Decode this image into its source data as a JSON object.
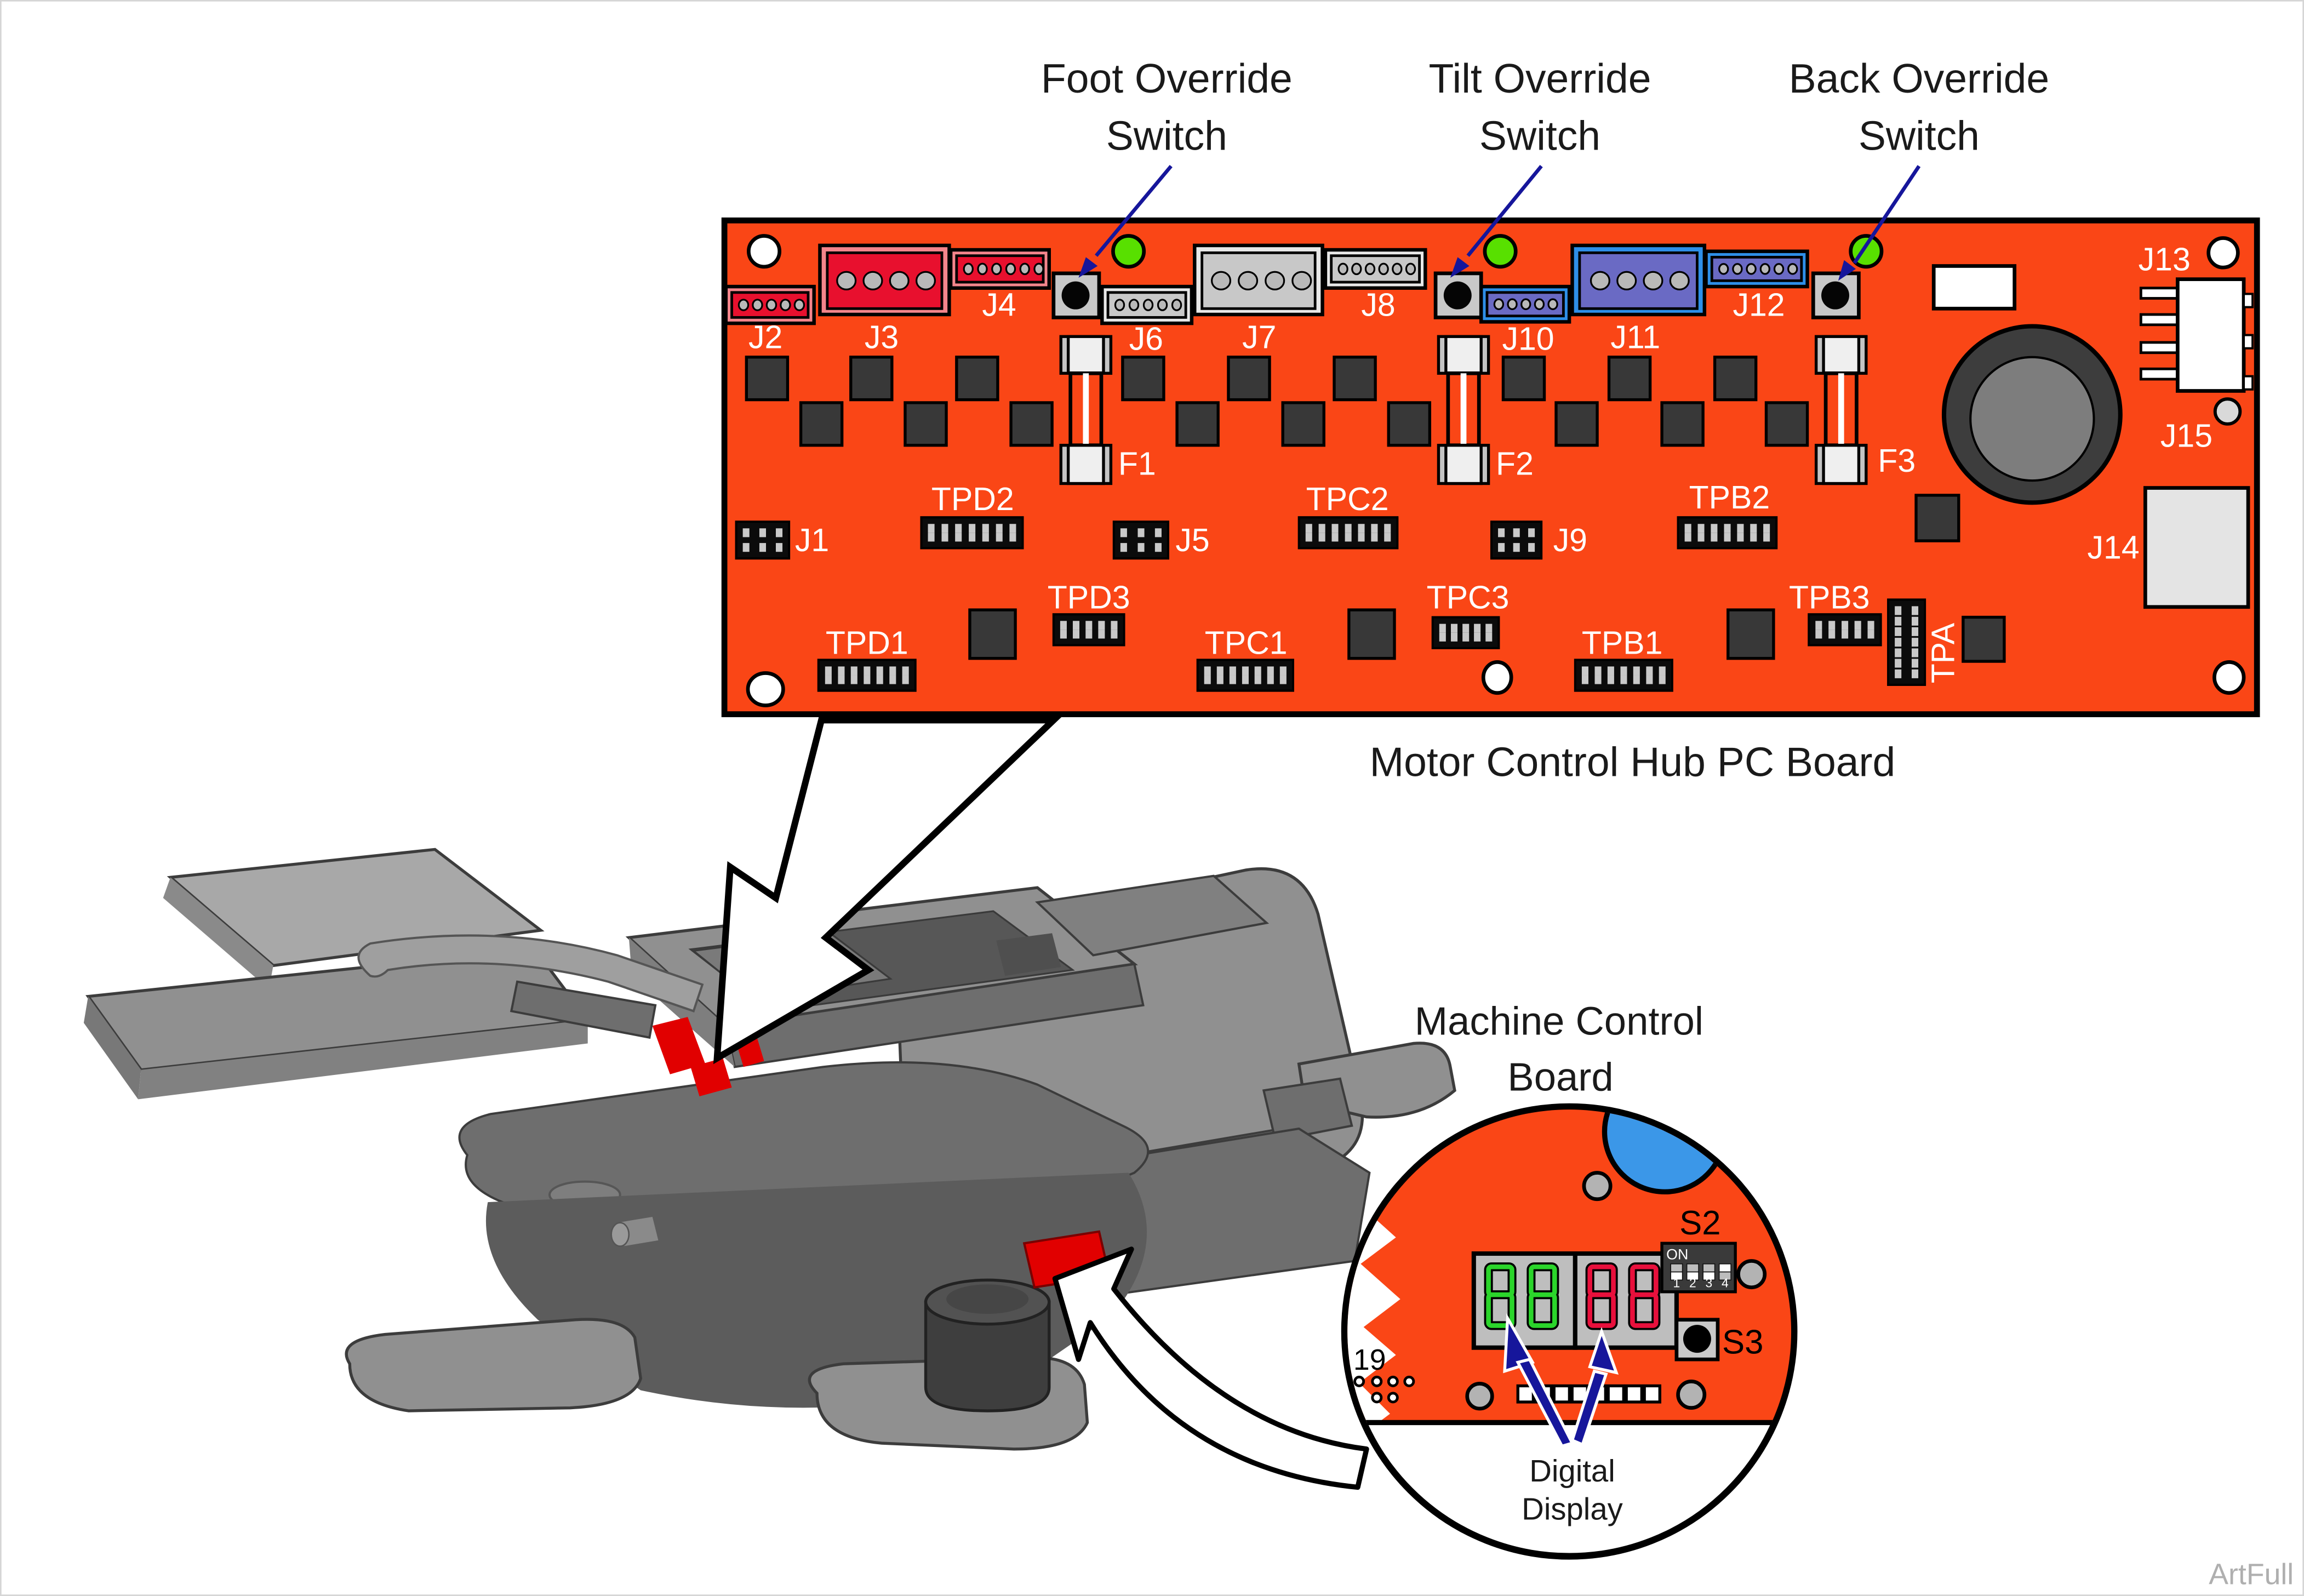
{
  "colors": {
    "board_orange": "#FA4616",
    "connector_red": "#E8102E",
    "connector_pink": "#F4858C",
    "connector_blue": "#2E8FE8",
    "connector_slate": "#6A6AC4",
    "led_green": "#58E000",
    "leader_navy": "#16169B",
    "inset_blue": "#3B97E8",
    "chair_red": "#E10000",
    "digit_green": "#2BD52B",
    "digit_red": "#E8103C"
  },
  "callouts": {
    "foot_switch": {
      "line1": "Foot Override",
      "line2": "Switch"
    },
    "tilt_switch": {
      "line1": "Tilt Override",
      "line2": "Switch"
    },
    "back_switch": {
      "line1": "Back Override",
      "line2": "Switch"
    }
  },
  "captions": {
    "pcb_board": "Motor Control Hub PC Board",
    "inset_line1": "Machine Control",
    "inset_line2": "Board",
    "display_line1": "Digital",
    "display_line2": "Display"
  },
  "pcb": {
    "connectors": {
      "j1": "J1",
      "j2": "J2",
      "j3": "J3",
      "j4": "J4",
      "j5": "J5",
      "j6": "J6",
      "j7": "J7",
      "j8": "J8",
      "j9": "J9",
      "j10": "J10",
      "j11": "J11",
      "j12": "J12",
      "j13": "J13",
      "j14": "J14",
      "j15": "J15"
    },
    "fuses": {
      "f1": "F1",
      "f2": "F2",
      "f3": "F3"
    },
    "test_points": {
      "tpd1": "TPD1",
      "tpd2": "TPD2",
      "tpd3": "TPD3",
      "tpc1": "TPC1",
      "tpc2": "TPC2",
      "tpc3": "TPC3",
      "tpb1": "TPB1",
      "tpb2": "TPB2",
      "tpb3": "TPB3",
      "tpa": "TPA"
    }
  },
  "inset": {
    "dip_switch": {
      "label": "S2",
      "on_label": "ON",
      "positions": [
        "1",
        "2",
        "3",
        "4"
      ],
      "states": [
        "off",
        "off",
        "off",
        "on"
      ]
    },
    "button_label": "S3",
    "silkscreen_ref": "19",
    "display": {
      "left_value": "88",
      "left_color": "#2BD52B",
      "right_value": "88",
      "right_color": "#E8103C"
    }
  },
  "watermark": "ArtFull"
}
